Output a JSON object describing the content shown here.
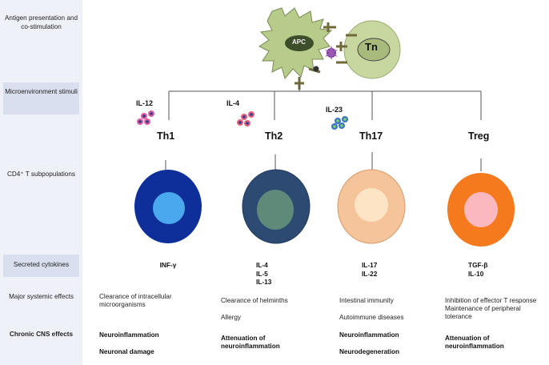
{
  "rows": {
    "antigen": "Antigen presentation and co-stimulation",
    "micro": "Microenvironment stimuli",
    "cd4": "CD4⁺ T subpopulations",
    "secreted": "Secreted cytokines",
    "systemic": "Major systemic effects",
    "cns": "Chronic CNS effects"
  },
  "top": {
    "apc": "APC",
    "tn": "Tn"
  },
  "columns": [
    {
      "stimulus": "IL-12",
      "name": "Th1",
      "cytokines": [
        "INF-γ"
      ],
      "systemic": [
        "Clearance of intracellular",
        "microorganisms"
      ],
      "cns": [
        "Neuroinflammation",
        "Neuronal damage"
      ],
      "cell_color": "#0e2f9a",
      "nucleus_color": "#4aa8ef"
    },
    {
      "stimulus": "IL-4",
      "name": "Th2",
      "cytokines": [
        "IL-4",
        "IL-5",
        "IL-13"
      ],
      "systemic": [
        "Clearance of helminths",
        "Allergy"
      ],
      "cns": [
        "Attenuation of",
        "neuroinflammation"
      ],
      "cell_color": "#2c4a72",
      "nucleus_color": "#5f8a7a"
    },
    {
      "stimulus": "IL-23",
      "name": "Th17",
      "cytokines": [
        "IL-17",
        "IL-22"
      ],
      "systemic": [
        "Intestinal immunity",
        "Autoimmune diseases"
      ],
      "cns": [
        "Neuroinflammation",
        "Neurodegeneration"
      ],
      "cell_color": "#f6c49a",
      "nucleus_color": "#fce4c4"
    },
    {
      "stimulus": "",
      "name": "Treg",
      "cytokines": [
        "TGF-β",
        "IL-10"
      ],
      "systemic": [
        "Inhibition of effector T response",
        "Maintenance of peripheral",
        "tolerance"
      ],
      "cns": [
        "Attenuation of",
        "neuroinflammation"
      ],
      "cell_color": "#f57a1e",
      "nucleus_color": "#fbb8bf"
    }
  ]
}
